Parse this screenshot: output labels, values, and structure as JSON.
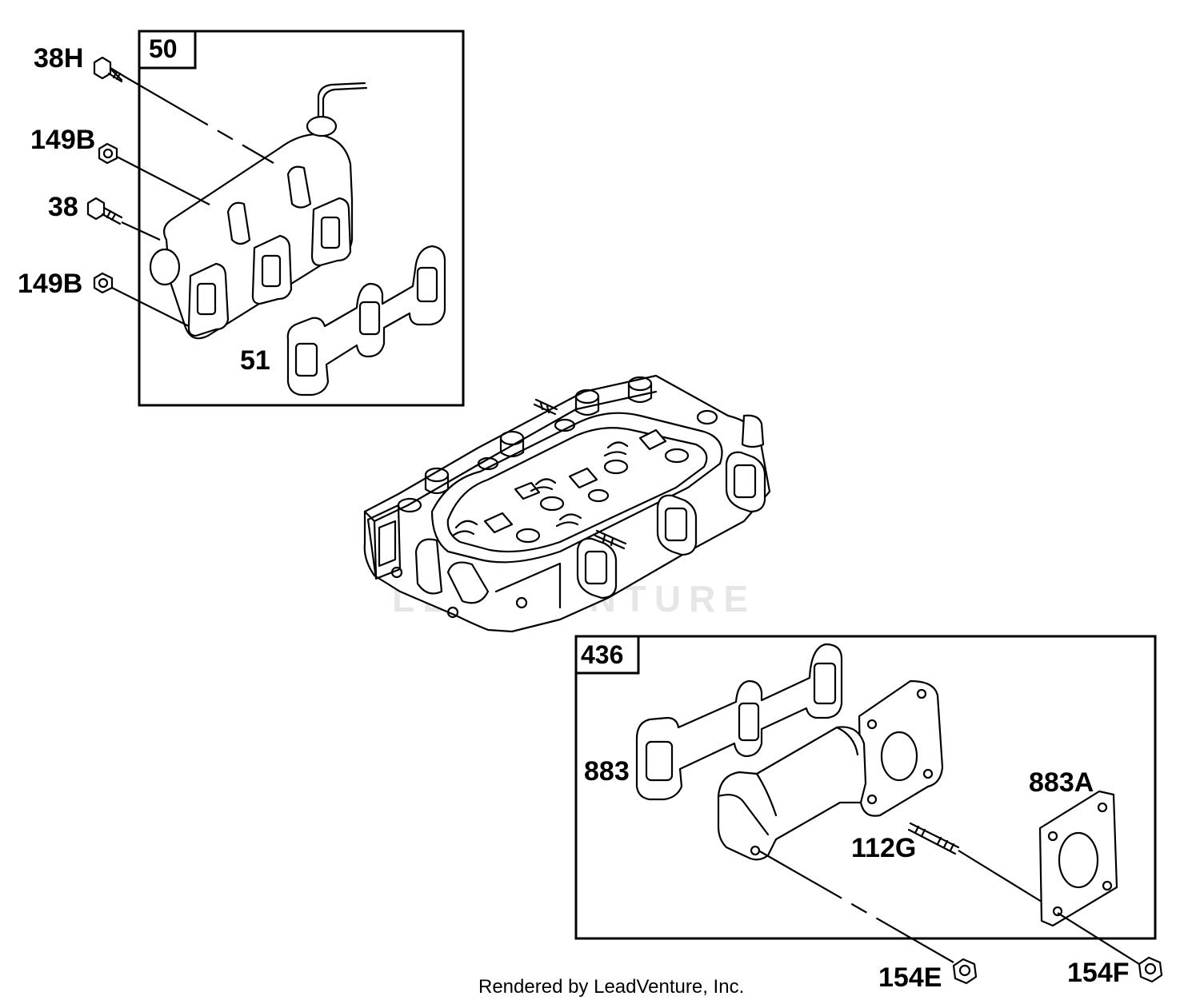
{
  "callouts": {
    "group_50": "50",
    "group_436": "436",
    "bolt_38h": "38H",
    "nut_149b_upper": "149B",
    "bolt_38": "38",
    "nut_149b_lower": "149B",
    "gasket_51": "51",
    "gasket_883": "883",
    "gasket_883a": "883A",
    "stud_112g": "112G",
    "nut_154e": "154E",
    "nut_154f": "154F"
  },
  "watermark": "LEADVENTURE",
  "footer": "Rendered by LeadVenture, Inc."
}
